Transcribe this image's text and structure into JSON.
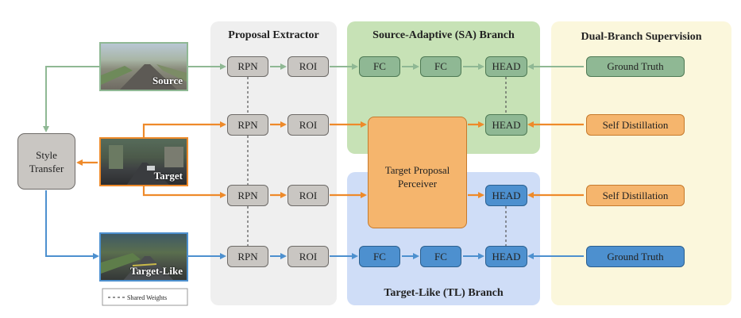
{
  "panels": {
    "proposal_extractor": "Proposal Extractor",
    "sa_branch": "Source-Adaptive (SA)  Branch",
    "tl_branch": "Target-Like (TL)  Branch",
    "supervision": "Dual-Branch Supervision"
  },
  "images": {
    "source": "Source",
    "target": "Target",
    "target_like": "Target-Like"
  },
  "style_transfer": "Style Transfer",
  "modules": {
    "rpn": "RPN",
    "roi": "ROI",
    "fc": "FC",
    "head": "HEAD",
    "perceiver": "Target Proposal Perceiver"
  },
  "supervision": {
    "ground_truth": "Ground Truth",
    "self_distillation": "Self Distillation"
  },
  "legend": "Shared Weights",
  "colors": {
    "green_arrow": "#8fb894",
    "orange_arrow": "#ee8a2a",
    "blue_arrow": "#4d90cf",
    "grey_panel": "#efefef",
    "green_panel": "#c7e2b6",
    "blue_panel": "#cfddf7",
    "yellow_panel": "#fbf7dc"
  }
}
